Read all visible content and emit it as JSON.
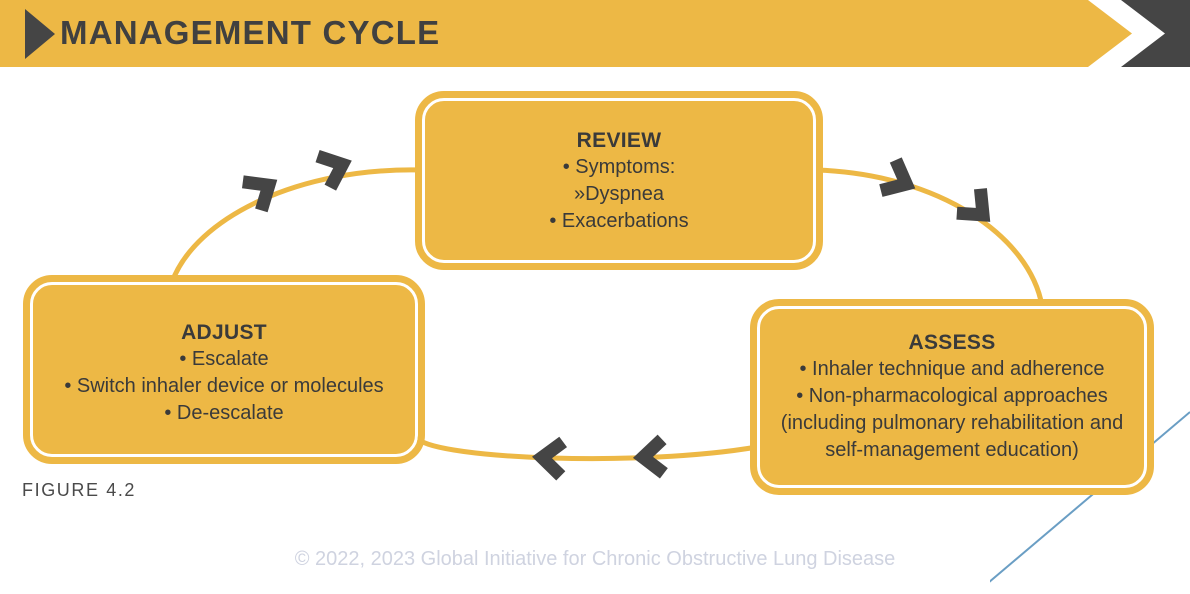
{
  "header": {
    "title": "MANAGEMENT CYCLE",
    "arrow_icon": "play-triangle-icon",
    "band_color": "#EDB845",
    "chevron_color": "#454545",
    "text_color": "#404040"
  },
  "diagram": {
    "type": "cycle",
    "direction": "clockwise",
    "node_fill": "#EDB845",
    "node_border": "#ffffff",
    "connector_color": "#EDB845",
    "chevron_color": "#454545",
    "nodes": [
      {
        "id": "review",
        "title": "REVIEW",
        "lines": [
          "• Symptoms:",
          "»Dyspnea",
          "• Exacerbations"
        ]
      },
      {
        "id": "assess",
        "title": "ASSESS",
        "lines": [
          "• Inhaler technique and adherence",
          "• Non-pharmacological approaches",
          "(including pulmonary rehabilitation and",
          "self-management education)"
        ]
      },
      {
        "id": "adjust",
        "title": "ADJUST",
        "lines": [
          "• Escalate",
          "• Switch inhaler device or molecules",
          "• De-escalate"
        ]
      }
    ]
  },
  "caption": {
    "figure_label": "FIGURE 4.2"
  },
  "footer": {
    "copyright": "© 2022, 2023 Global Initiative for Chronic Obstructive Lung Disease",
    "color": "#cfd3e0"
  },
  "decoration": {
    "diagonal_line_color": "#6a9ec4"
  }
}
